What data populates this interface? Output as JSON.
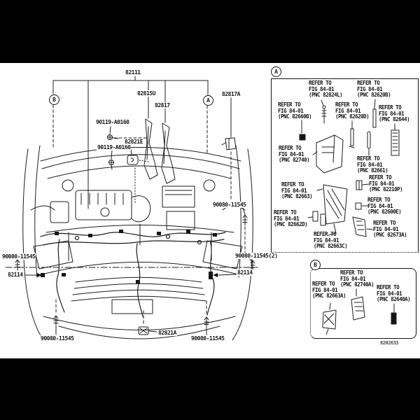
{
  "figure": {
    "code": "8202633"
  },
  "markers": {
    "a": "A",
    "b": "B"
  },
  "parts": {
    "harness": "82111",
    "protector_u": "82815U",
    "protector": "82817",
    "protector_a": "82817A",
    "screw_1": "90119-A0160",
    "screw_2": "90119-A0160",
    "clamp_e": "82821E",
    "bolt_mid_left": "90080-11545",
    "wire_left": "82114",
    "bolt_mid_right": "90080-11545",
    "bolt_mid_right2": "90080-11545(2)",
    "wire_right": "82114",
    "clamp_a": "82821A",
    "bolt_bottom_left": "90080-11545",
    "bolt_bottom_right": "90080-11545"
  },
  "boxA": {
    "callouts": [
      {
        "pnc": "82824L",
        "text": "REFER TO\nFIG 84-01\n(PNC 82824L)"
      },
      {
        "pnc": "82620B",
        "text": "REFER TO\nFIG 84-01\n(PNC 82620B)"
      },
      {
        "pnc": "82660B",
        "text": "REFER TO\nFIG 84-01\n(PNC 82660B)"
      },
      {
        "pnc": "82620D",
        "text": "REFER TO\nFIG 84-01\n(PNC 82620D)"
      },
      {
        "pnc": "82644",
        "text": "REFER TO\nFIG 84-01\n(PNC 82644)"
      },
      {
        "pnc": "82740",
        "text": "REFER TO\nFIG 84-01\n(PNC 82740)"
      },
      {
        "pnc": "82661",
        "text": "REFER TO\nFIG 84-01\n(PNC 82661)"
      },
      {
        "pnc": "82663",
        "text": "REFER TO\nFIG 84-01\n(PNC 82663)"
      },
      {
        "pnc": "82210P",
        "text": "REFER TO\nFIG 84-01\n(PNC 82210P)"
      },
      {
        "pnc": "82600E",
        "text": "REFER TO\nFIG 84-01\n(PNC 82600E)"
      },
      {
        "pnc": "82662D",
        "text": "REFER TO\nFIG 84-01\n(PNC 82662D)"
      },
      {
        "pnc": "82663C",
        "text": "REFER TO\nFIG 84-01\n(PNC 82663C)"
      },
      {
        "pnc": "82673A",
        "text": "REFER TO\nFIG 84-01\n(PNC 82673A)"
      }
    ]
  },
  "boxB": {
    "callouts": [
      {
        "pnc": "82740A",
        "text": "REFER TO\nFIG 84-01\n(PNC 82740A)"
      },
      {
        "pnc": "82663A",
        "text": "REFER TO\nFIG 84-01\n(PNC 82663A)"
      },
      {
        "pnc": "82640A",
        "text": "REFER TO\nFIG 84-01\n(PNC 82640A)"
      }
    ]
  }
}
